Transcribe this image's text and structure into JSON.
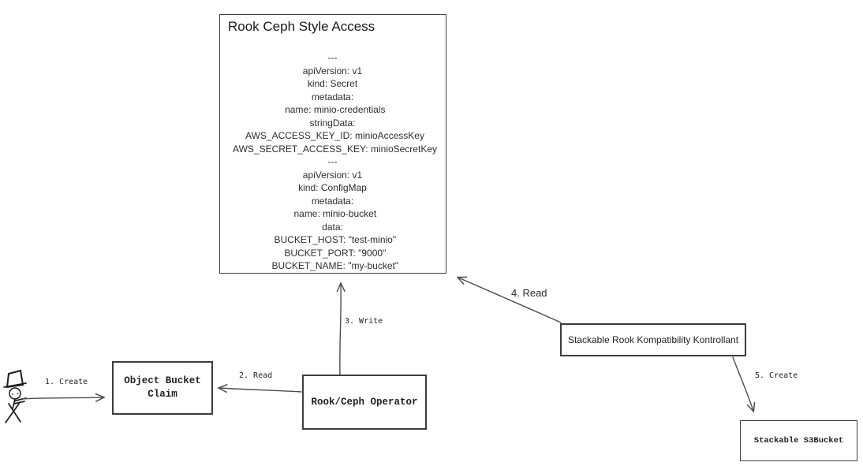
{
  "diagram": {
    "nodes": {
      "rook_ceph_style_access": {
        "title": "Rook Ceph Style Access",
        "yaml": "---\napiVersion: v1\nkind: Secret\nmetadata:\n  name: minio-credentials\nstringData:\n  AWS_ACCESS_KEY_ID: minioAccessKey\n  AWS_SECRET_ACCESS_KEY: minioSecretKey\n---\napiVersion: v1\nkind: ConfigMap\nmetadata:\n  name: minio-bucket\ndata:\n  BUCKET_HOST: \"test-minio\"\n  BUCKET_PORT: \"9000\"\n  BUCKET_NAME: \"my-bucket\""
      },
      "object_bucket_claim": {
        "label": "Object Bucket\nClaim"
      },
      "rook_ceph_operator": {
        "label": "Rook/Ceph Operator"
      },
      "stackable_kontrollant": {
        "label": "Stackable Rook Kompatibility Kontrollant"
      },
      "stackable_s3bucket": {
        "label": "Stackable S3Bucket"
      }
    },
    "edges": [
      {
        "id": "user-creates-object-bucket-claim",
        "label": "1. Create"
      },
      {
        "id": "operator-reads-object-bucket-claim",
        "label": "2. Read"
      },
      {
        "id": "operator-writes-access",
        "label": "3. Write"
      },
      {
        "id": "kontrollant-reads-access",
        "label": "4. Read"
      },
      {
        "id": "kontrollant-creates-s3bucket",
        "label": "5. Create"
      }
    ],
    "colors": {
      "line": "#4d4d4d",
      "box_border": "#3c3c3c",
      "text": "#1f1f1f",
      "background": "#ffffff"
    }
  }
}
